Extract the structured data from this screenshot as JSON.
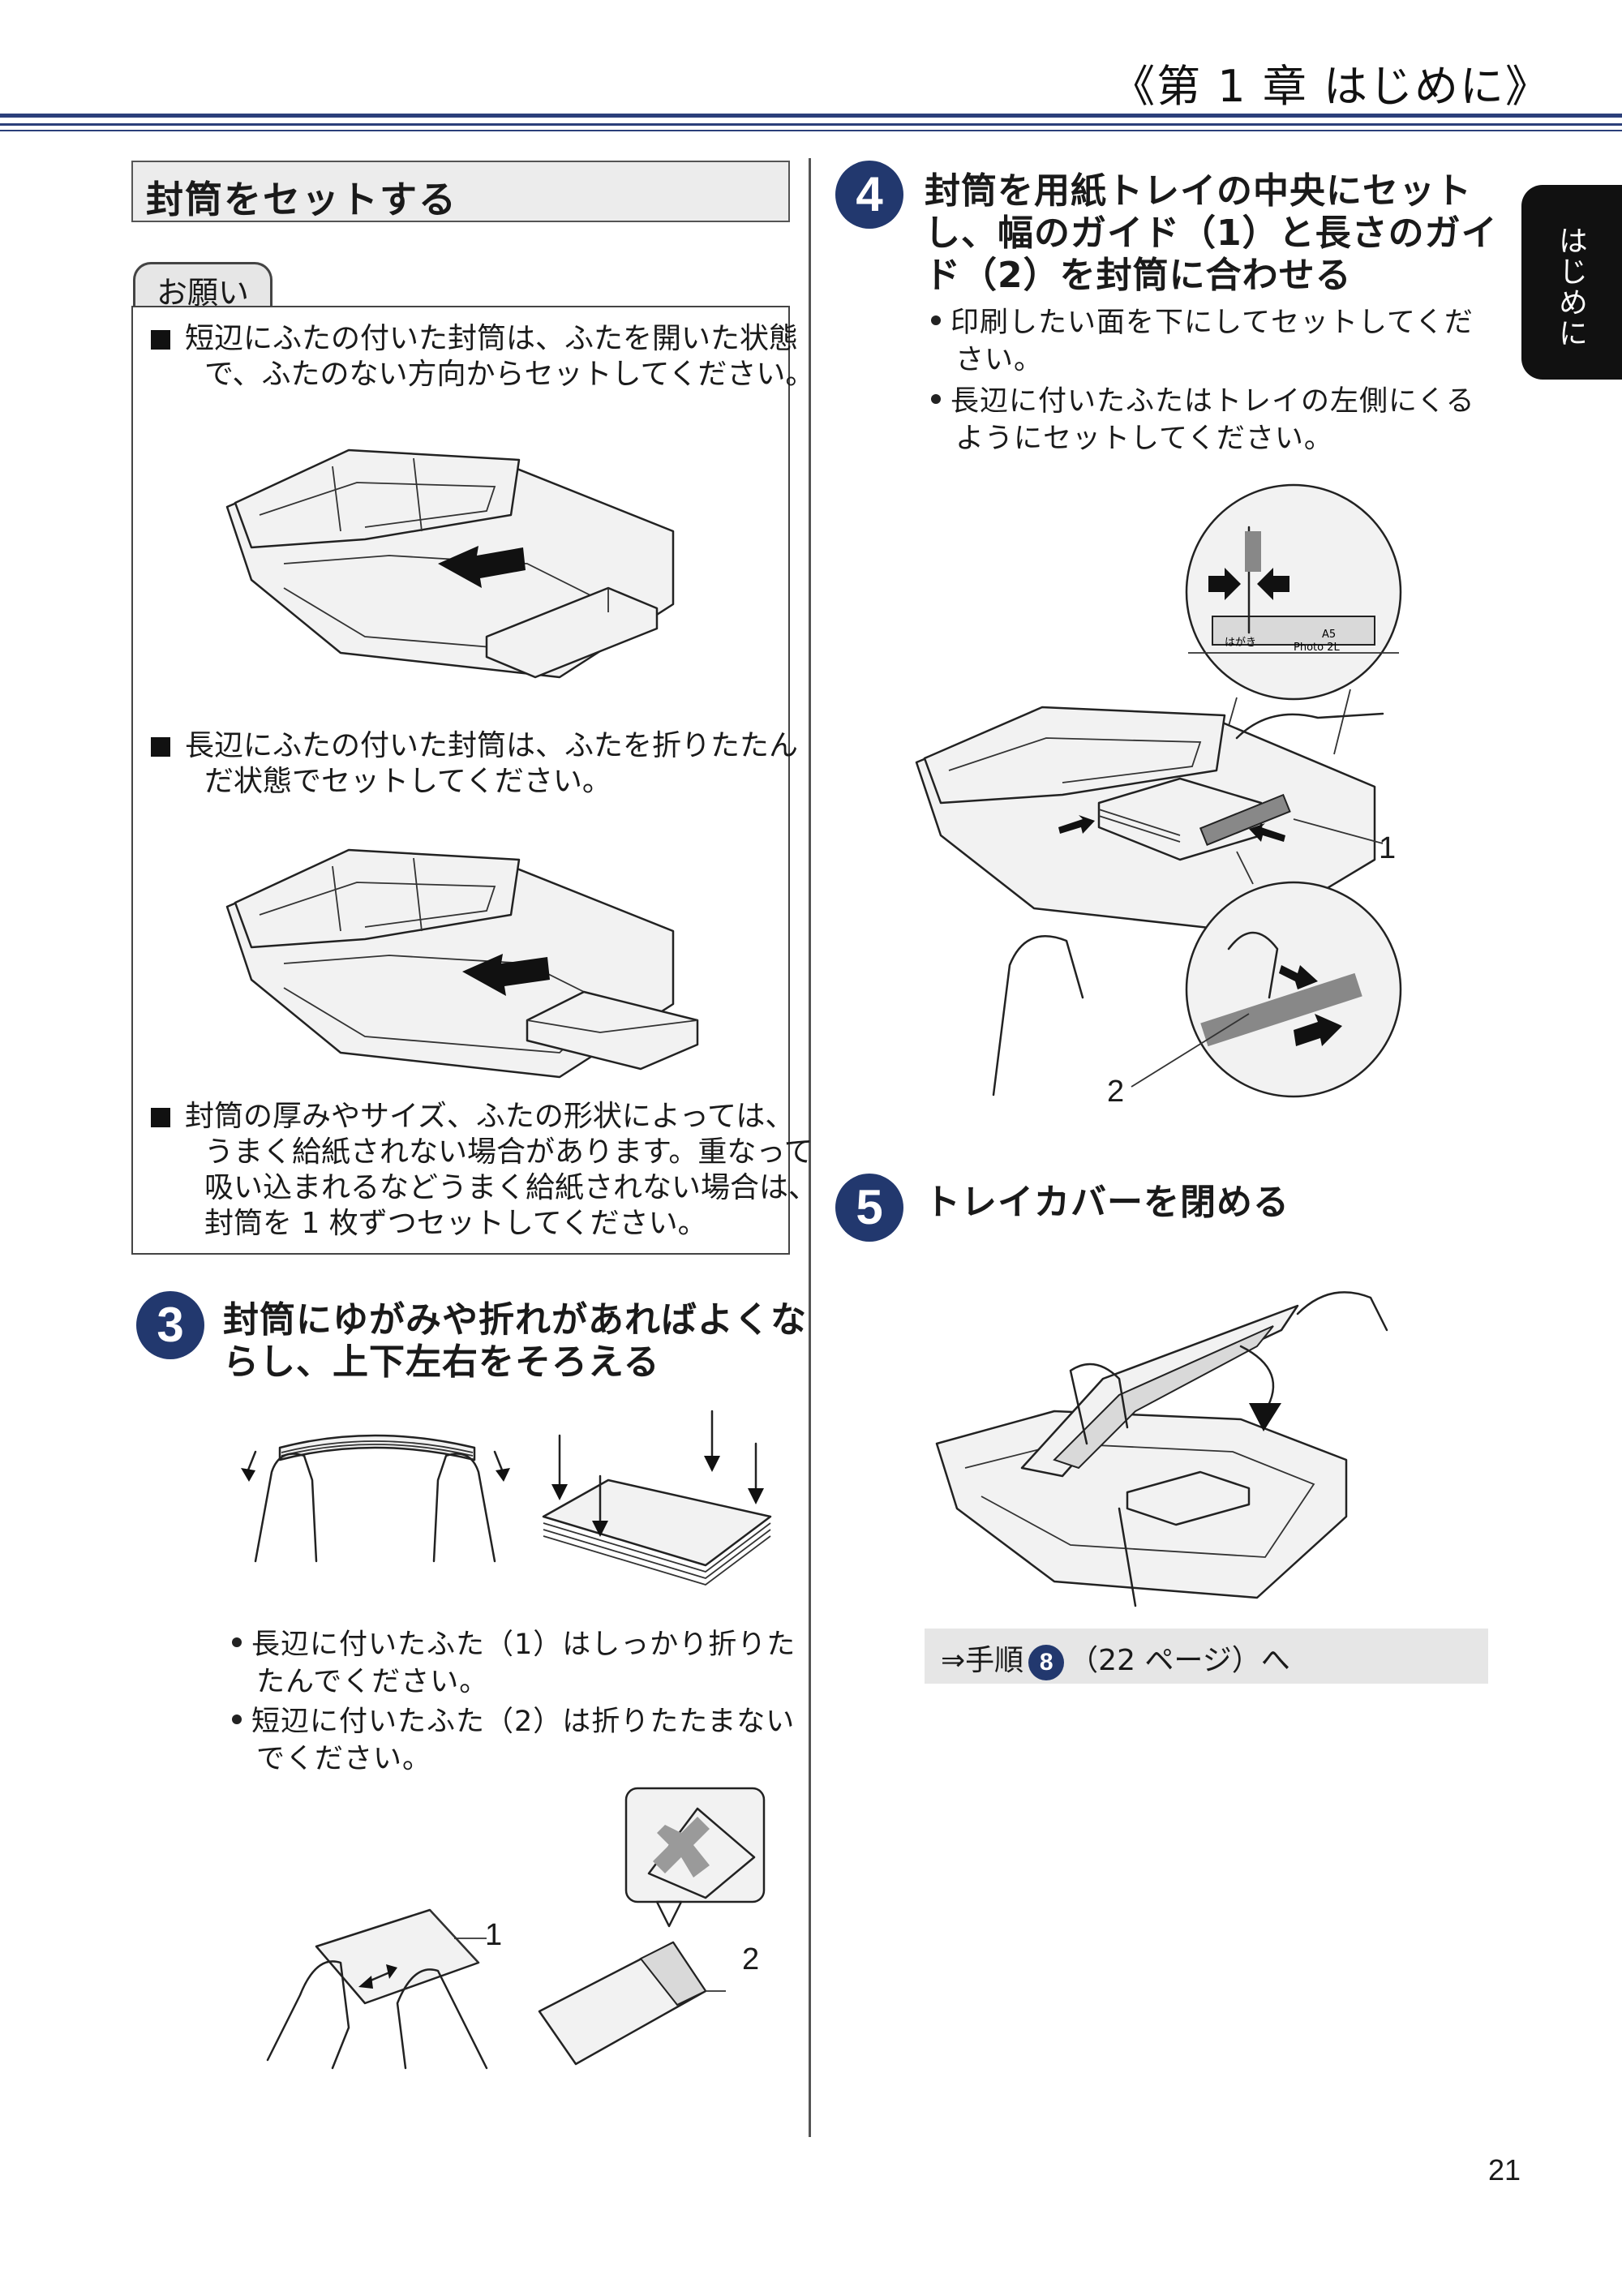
{
  "header": {
    "chapter": "《第 1 章 はじめに》"
  },
  "side_tab": {
    "label": "はじめに"
  },
  "section": {
    "title": "封筒をセットする"
  },
  "notice": {
    "tab_label": "お願い",
    "items": [
      {
        "lines": [
          "短辺にふたの付いた封筒は、ふたを開いた状態",
          "で、ふたのない方向からセットしてください。"
        ]
      },
      {
        "lines": [
          "長辺にふたの付いた封筒は、ふたを折りたたん",
          "だ状態でセットしてください。"
        ]
      },
      {
        "lines": [
          "封筒の厚みやサイズ、ふたの形状によっては、",
          "うまく給紙されない場合があります。重なって",
          "吸い込まれるなどうまく給紙されない場合は、",
          "封筒を 1 枚ずつセットしてください。"
        ]
      }
    ]
  },
  "step3": {
    "number": "3",
    "title_lines": [
      "封筒にゆがみや折れがあればよくな",
      "らし、上下左右をそろえる"
    ],
    "bullets": [
      {
        "lines": [
          "長辺に付いたふた（1）はしっかり折りた",
          "たんでください。"
        ]
      },
      {
        "lines": [
          "短辺に付いたふた（2）は折りたたまない",
          "でください。"
        ]
      }
    ],
    "callouts": [
      "1",
      "2"
    ]
  },
  "step4": {
    "number": "4",
    "title_lines": [
      "封筒を用紙トレイの中央にセット",
      "し、幅のガイド（1）と長さのガイ",
      "ド（2）を封筒に合わせる"
    ],
    "bullets": [
      {
        "lines": [
          "印刷したい面を下にしてセットしてくだ",
          "さい。"
        ]
      },
      {
        "lines": [
          "長辺に付いたふたはトレイの左側にくる",
          "ようにセットしてください。"
        ]
      }
    ],
    "callouts": [
      "1",
      "2"
    ],
    "scale_labels": [
      "はがき",
      "A5",
      "Photo 2L"
    ]
  },
  "step5": {
    "number": "5",
    "title": "トレイカバーを閉める"
  },
  "goto": {
    "prefix": "⇒手順",
    "step": "8",
    "suffix": "（22 ページ）へ"
  },
  "page_number": "21",
  "colors": {
    "accent": "#22386e",
    "rule": "#2b3f7a",
    "box_gray": "#ececec"
  }
}
